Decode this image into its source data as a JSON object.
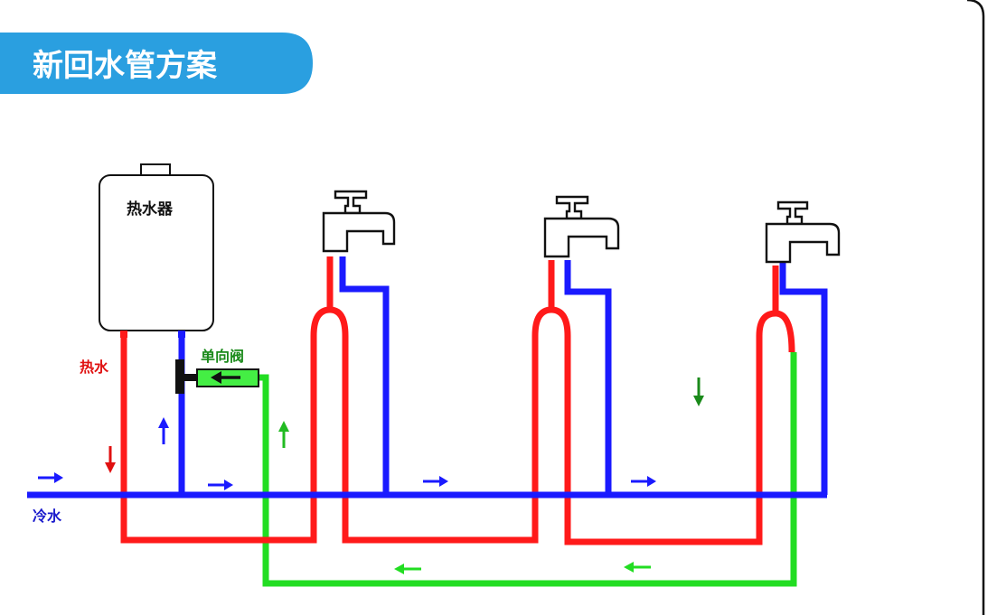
{
  "title": "新回水管方案",
  "labels": {
    "heater": "热水器",
    "hot_water": "热水",
    "cold_water": "冷水",
    "check_valve": "单向阀"
  },
  "colors": {
    "hot_pipe": "#ff1a1a",
    "cold_pipe": "#1a1aff",
    "return_pipe": "#22dd22",
    "title_banner": "#2a9fe0",
    "valve_fill": "#44ee44",
    "check_valve_label": "#1a8a1a"
  },
  "icons": [
    "faucet-icon",
    "water-heater-icon",
    "check-valve-icon",
    "arrow-right-icon",
    "arrow-left-icon",
    "arrow-up-icon",
    "arrow-down-icon"
  ]
}
